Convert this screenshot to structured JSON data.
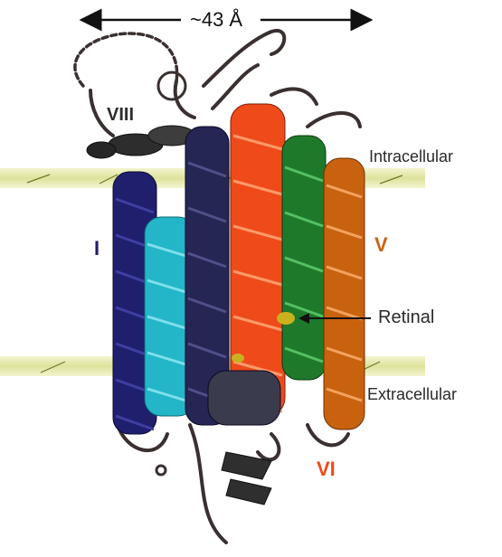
{
  "dimension": {
    "label": "~43 Å"
  },
  "membrane": {
    "intracellular_label": "Intracellular",
    "extracellular_label": "Extracellular",
    "band_color": "#e6e8a8"
  },
  "ligand": {
    "label": "Retinal"
  },
  "helix_labels": {
    "h1": "I",
    "h5": "V",
    "h6": "VI",
    "h8": "VIII"
  },
  "colors": {
    "helix_I": "#1f1f6e",
    "helix_II": "#23b6c8",
    "helix_V": "#c8620f",
    "helix_VI": "#ef4a1a",
    "helix_VII": "#1e7a2a",
    "loops": "#3a3030",
    "retinal": "#c9b21e"
  }
}
